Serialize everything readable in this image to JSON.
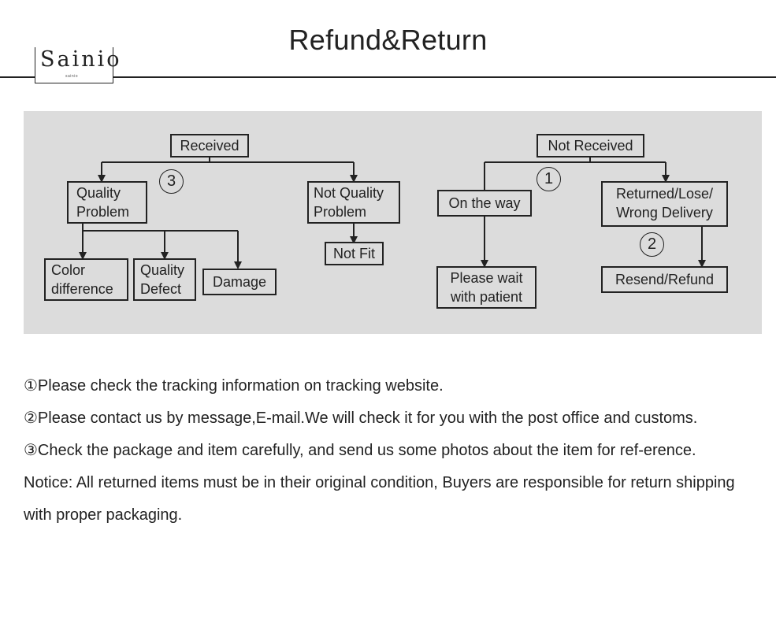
{
  "header": {
    "title": "Refund&Return",
    "logo_text": "Sainio",
    "logo_subtext": "sainio"
  },
  "diagram": {
    "received": {
      "root": "Received",
      "marker": "3",
      "quality_problem": "Quality\nProblem",
      "not_quality_problem": "Not Quality\nProblem",
      "not_fit": "Not Fit",
      "color_difference": "Color\ndifference",
      "quality_defect": "Quality\nDefect",
      "damage": "Damage"
    },
    "not_received": {
      "root": "Not Received",
      "marker_1": "1",
      "marker_2": "2",
      "on_the_way": "On the way",
      "returned_lose_wrong": "Returned/Lose/\nWrong Delivery",
      "please_wait": "Please wait\nwith patient",
      "resend_refund": "Resend/Refund"
    }
  },
  "notes": {
    "note_1": "①Please check the tracking information on tracking website.",
    "note_2": "②Please contact us by message,E-mail.We will check it for you with the post office and customs.",
    "note_3": "③Check the package and item carefully, and send us some photos about the item for ref-erence.",
    "notice": "Notice: All returned items must be in their original condition, Buyers are responsible for return shipping with proper packaging."
  }
}
